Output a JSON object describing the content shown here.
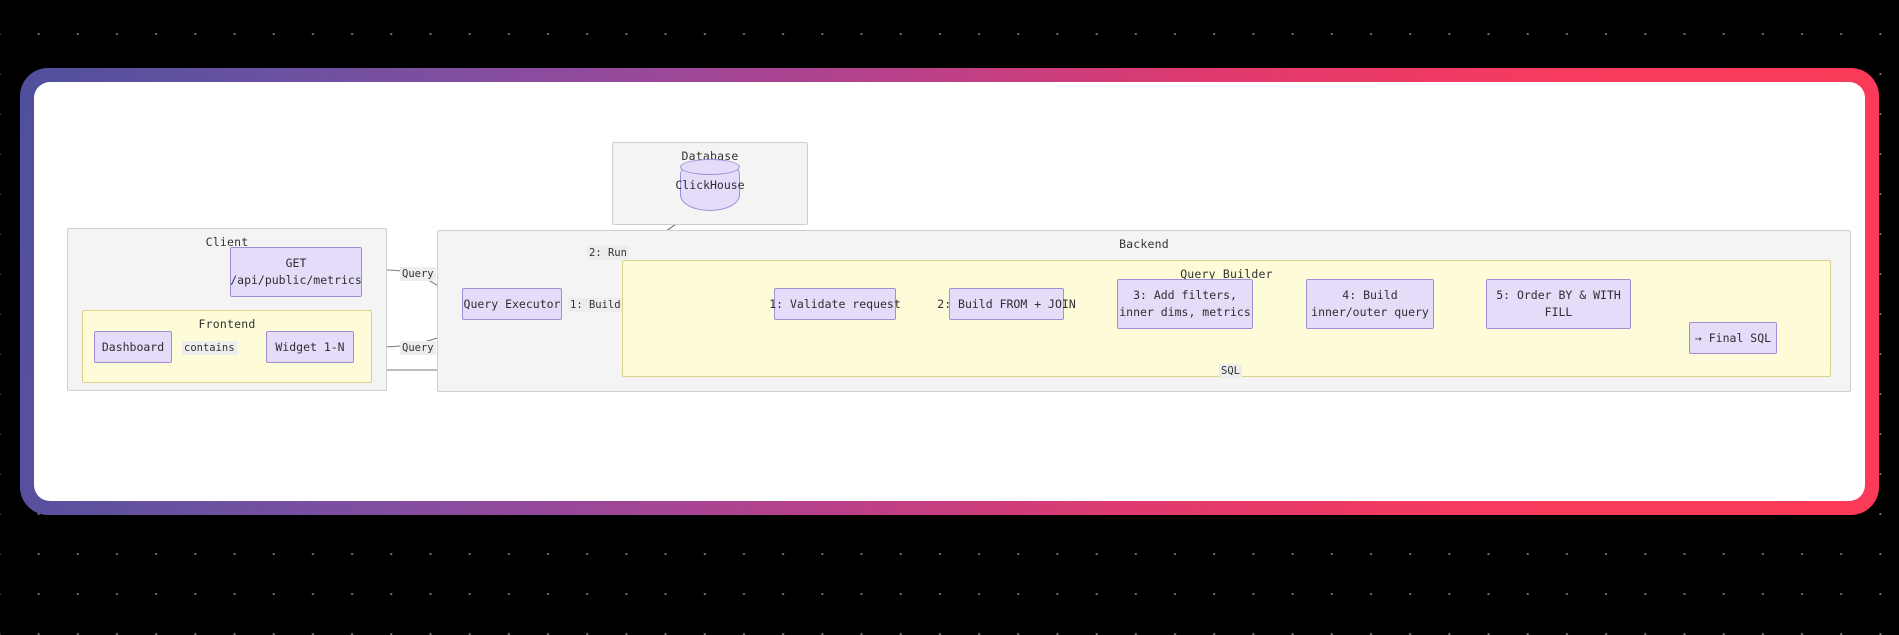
{
  "canvas": {
    "background": "#000000",
    "frame_gradient_from": "#4f4f9e",
    "frame_gradient_to": "#fb3a57",
    "card_background": "#ffffff"
  },
  "clusters": {
    "client": {
      "label": "Client"
    },
    "frontend": {
      "label": "Frontend"
    },
    "database": {
      "label": "Database"
    },
    "backend": {
      "label": "Backend"
    },
    "query_builder": {
      "label": "Query Builder"
    }
  },
  "nodes": {
    "get_endpoint": {
      "line1": "GET",
      "line2": "/api/public/metrics"
    },
    "dashboard": {
      "label": "Dashboard"
    },
    "widget": {
      "label": "Widget 1-N"
    },
    "clickhouse": {
      "label": "ClickHouse"
    },
    "query_executor": {
      "label": "Query Executor"
    },
    "step1": {
      "label": "1: Validate request"
    },
    "step2": {
      "label": "2: Build FROM + JOIN"
    },
    "step3": {
      "line1": "3: Add filters,",
      "line2": "inner dims, metrics"
    },
    "step4": {
      "line1": "4: Build",
      "line2": "inner/outer query"
    },
    "step5": {
      "line1": "5: Order BY & WITH",
      "line2": "FILL"
    },
    "final_sql": {
      "label": "→ Final SQL"
    }
  },
  "edge_labels": {
    "contains": "contains",
    "query_top": "Query",
    "query_bottom": "Query",
    "run": "2: Run",
    "build": "1: Build",
    "sql": "SQL"
  }
}
